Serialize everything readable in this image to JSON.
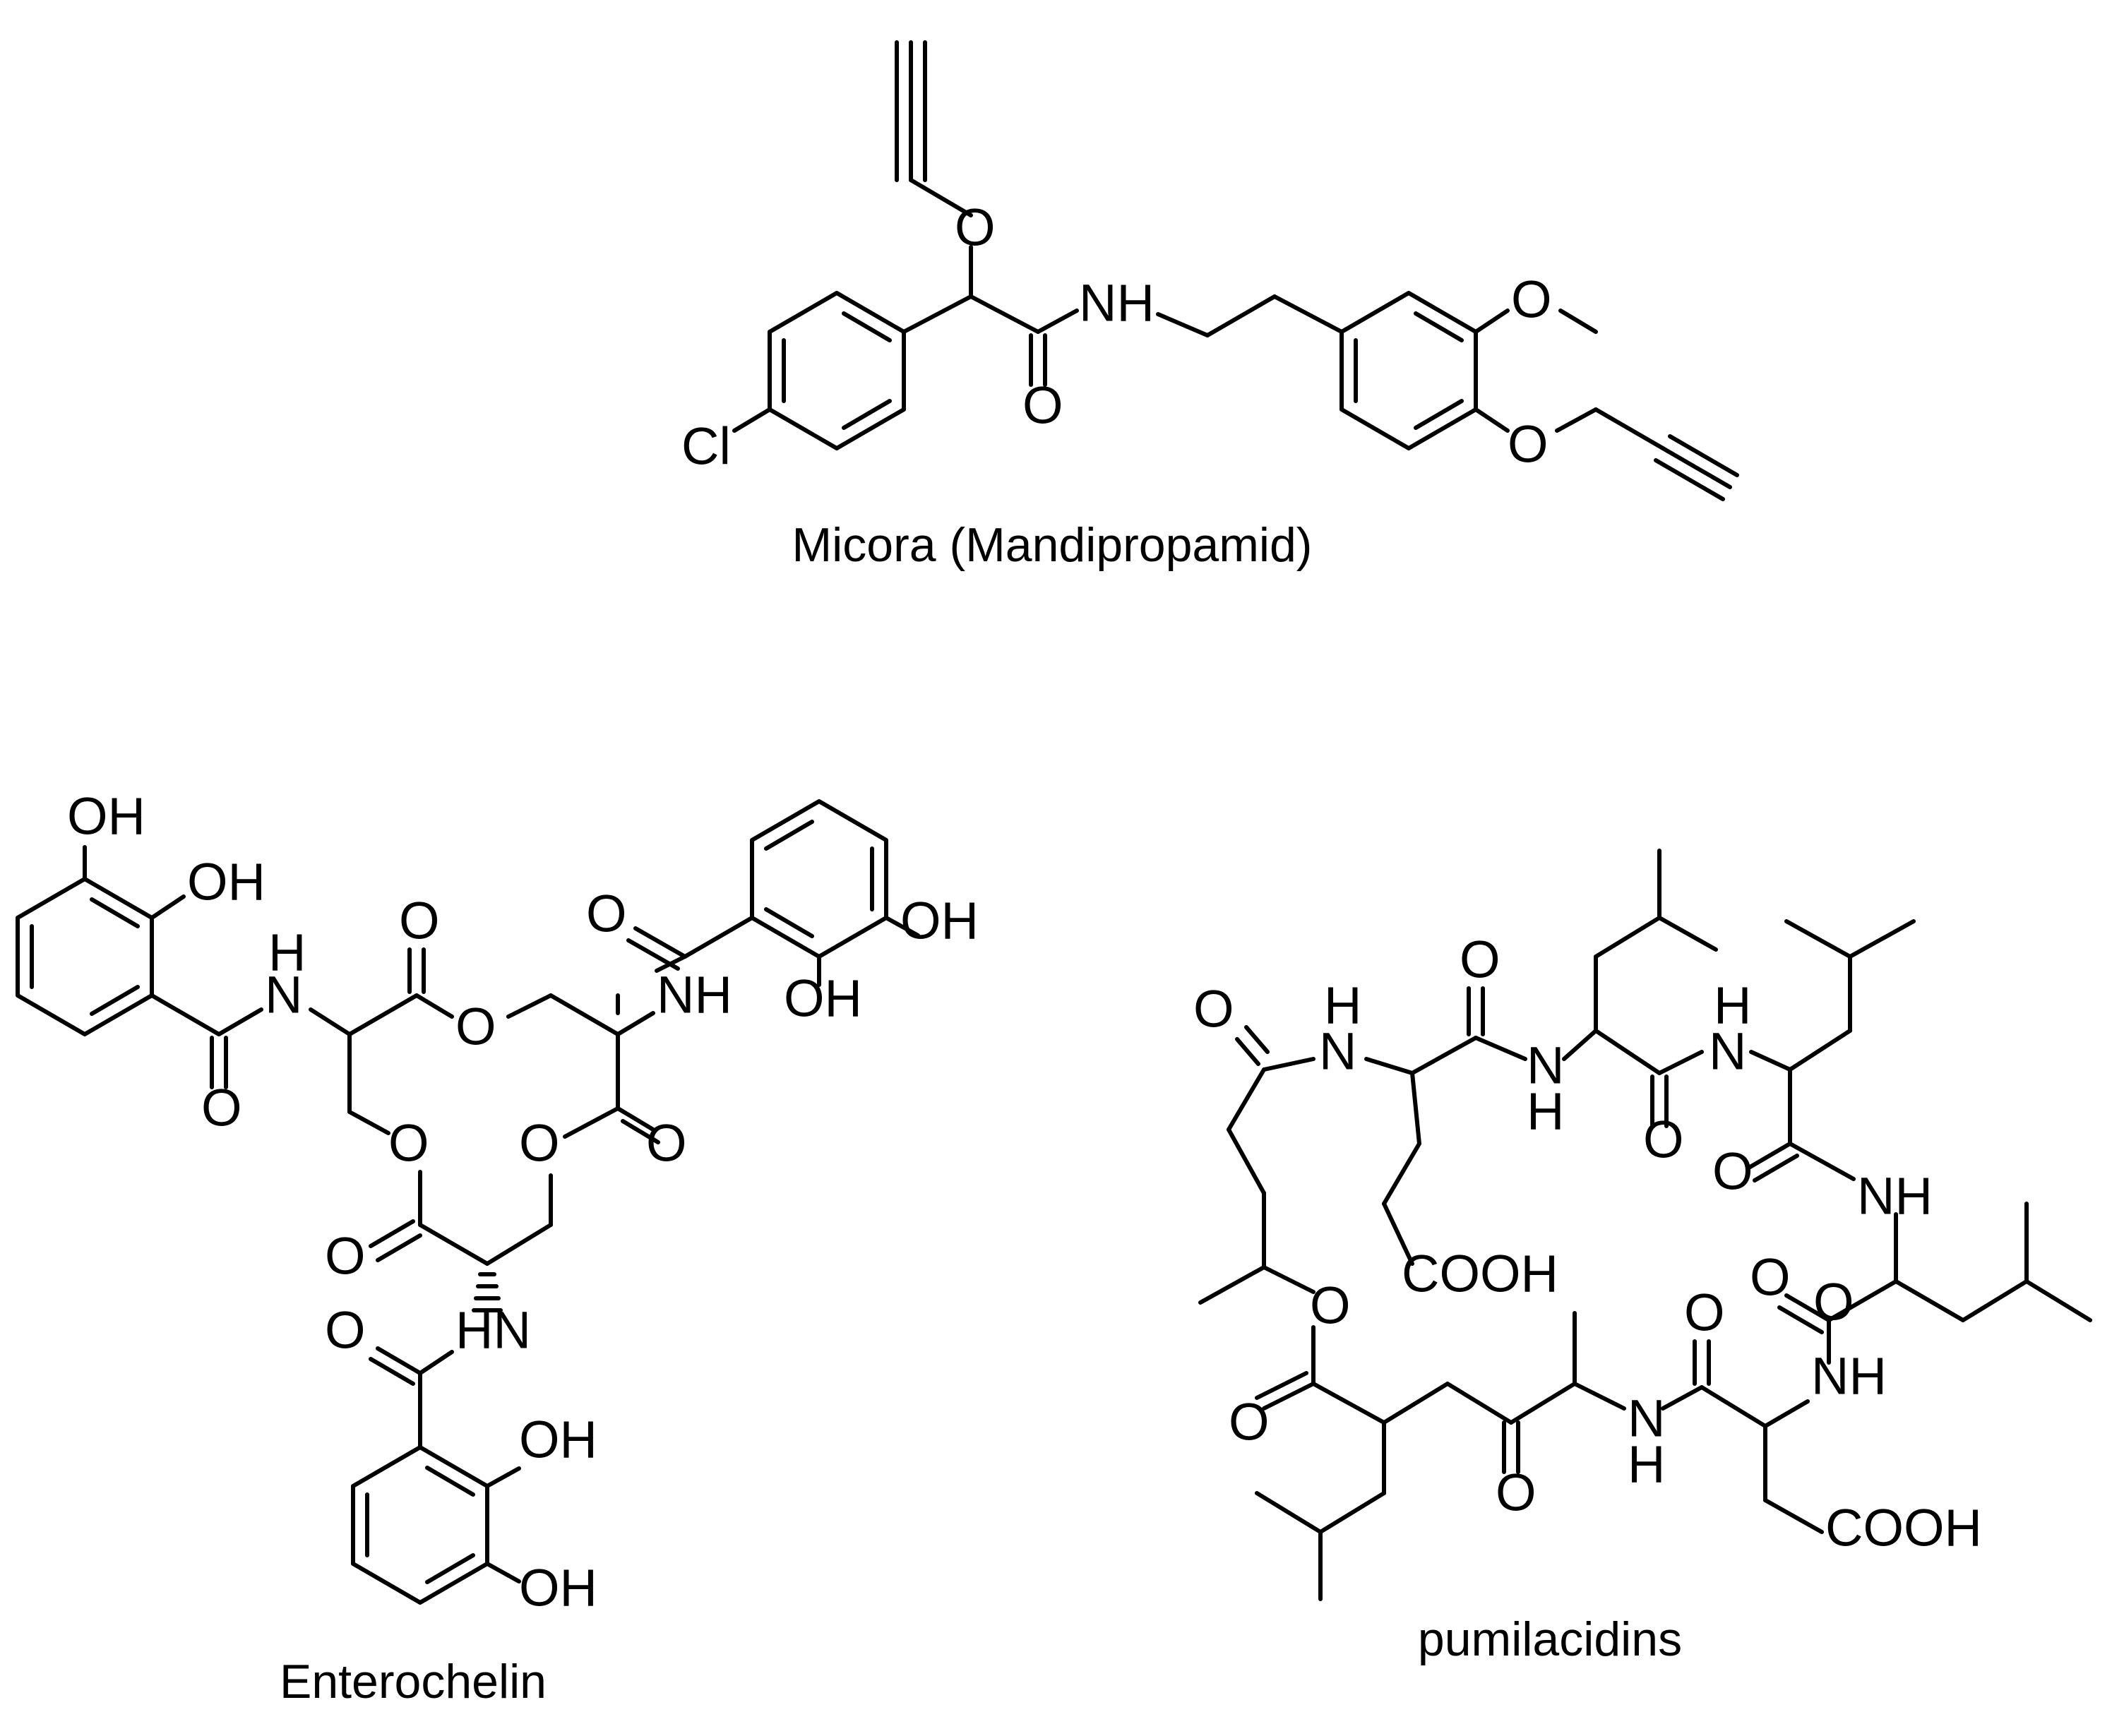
{
  "molecules": [
    {
      "caption": "Micora (Mandipropamid)",
      "atoms": {
        "o1": "O",
        "nh": "NH",
        "o_carbonyl": "O",
        "cl": "Cl",
        "o_meo": "O",
        "o_propargyl": "O"
      }
    },
    {
      "caption": "Enterochelin",
      "atoms": {
        "oh1": "OH",
        "oh2": "OH",
        "h_left": "H",
        "n_left": "N",
        "o_amide_left": "O",
        "o_ring_top_carbonyl": "O",
        "o_ring_top": "O",
        "nh_right": "NH",
        "o_amide_right": "O",
        "oh3": "OH",
        "oh4": "OH",
        "o_ring_right": "O",
        "o_ring_right_carbonyl": "O",
        "o_ring_left": "O",
        "o_ring_bottom_carbonyl": "O",
        "hn_bottom": "HN",
        "o_amide_bottom": "O",
        "oh5": "OH",
        "oh6": "OH"
      }
    },
    {
      "caption": "pumilacidins",
      "atoms": {
        "o_a": "O",
        "h_a": "H",
        "n_a": "N",
        "o_b": "O",
        "n_b": "N",
        "h_b": "H",
        "h_c": "H",
        "n_c": "N",
        "o_c": "O",
        "o_d": "O",
        "nh_d": "NH",
        "cooh_1": "COOH",
        "o_e": "O",
        "o_f": "O",
        "o_g": "O",
        "o_ester": "O",
        "o_ketone": "O",
        "n_e": "N",
        "h_e": "H",
        "o_h": "O",
        "nh_f": "NH",
        "cooh_2": "COOH"
      }
    }
  ]
}
